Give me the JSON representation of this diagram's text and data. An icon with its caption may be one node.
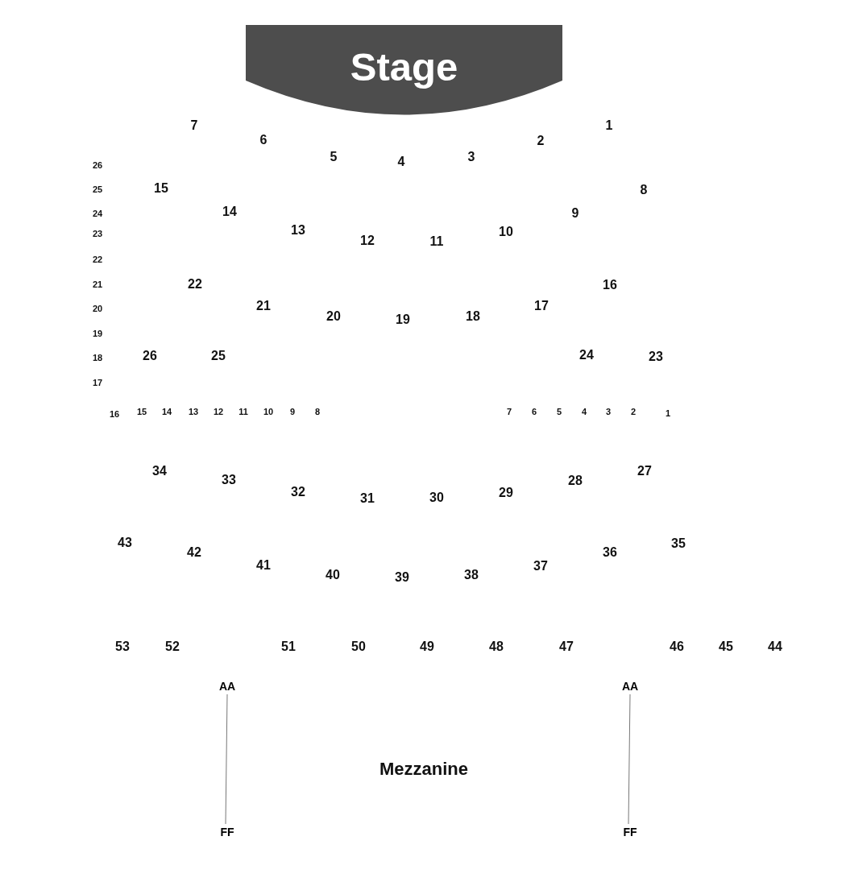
{
  "diagram": {
    "nodes": [
      {
        "text": [
          "Stage"
        ]
      },
      {
        "text": [
          "AA"
        ]
      },
      {
        "text": [
          "AA"
        ]
      },
      {
        "text": [
          "FF"
        ]
      },
      {
        "text": [
          "FF"
        ]
      }
    ],
    "edges": [
      {
        "from": 1,
        "to": 3,
        "arrow": "none"
      },
      {
        "from": 2,
        "to": 4,
        "arrow": "none"
      }
    ],
    "labels": [
      "7",
      "1",
      "6",
      "2",
      "5",
      "3",
      "4",
      "26",
      "15",
      "25",
      "8",
      "14",
      "24",
      "9",
      "13",
      "10",
      "23",
      "12",
      "11",
      "22",
      "22",
      "21",
      "16",
      "21",
      "17",
      "20",
      "20",
      "19",
      "18",
      "19",
      "18",
      "26",
      "25",
      "24",
      "23",
      "17",
      "16",
      "15",
      "14",
      "13",
      "12",
      "11",
      "10",
      "9",
      "8",
      "7",
      "6",
      "5",
      "4",
      "3",
      "2",
      "1",
      "34",
      "27",
      "33",
      "28",
      "32",
      "29",
      "31",
      "30",
      "43",
      "35",
      "42",
      "36",
      "41",
      "37",
      "40",
      "39",
      "38",
      "53",
      "52",
      "51",
      "50",
      "49",
      "48",
      "47",
      "46",
      "45",
      "44",
      "Mezzanine"
    ]
  }
}
